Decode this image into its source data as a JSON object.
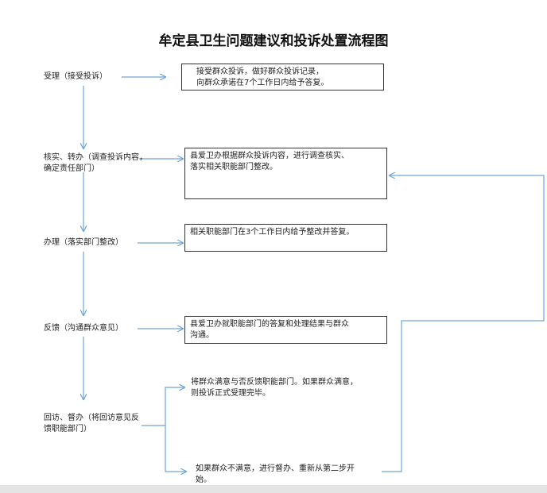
{
  "title": "牟定县卫生问题建议和投诉处置流程图",
  "steps": [
    {
      "line1": "受理（接受投诉）",
      "line2": ""
    },
    {
      "line1": "核实、转办（调查投诉内容，",
      "line2": "确定责任部门）"
    },
    {
      "line1": "办理（落实部门整改）",
      "line2": ""
    },
    {
      "line1": "反馈（沟通群众意见）",
      "line2": ""
    },
    {
      "line1": "回访、督办（将回访意见反",
      "line2": "馈职能部门）"
    }
  ],
  "boxes": [
    {
      "line1": "接受群众投诉，做好群众投诉记录，",
      "line2": "向群众承诺在7个工作日内给予答复。"
    },
    {
      "line1": "县爱卫办根据群众投诉内容，进行调查核实、",
      "line2": "落实相关职能部门整改。"
    },
    {
      "line1": "相关职能部门在3个工作日内给予整改并答复。",
      "line2": ""
    },
    {
      "line1": "县爱卫办就职能部门的答复和处理结果与群众",
      "line2": "沟通。"
    }
  ],
  "outcomes": [
    {
      "line1": "将群众满意与否反馈职能部门。如果群众满意，",
      "line2": "则投诉正式受理完毕。"
    },
    {
      "line1": "如果群众不满意，进行督办、重新从第二步开",
      "line2": "始。"
    }
  ],
  "colors": {
    "arrow": "#6fa3d8",
    "border": "#333333",
    "text": "#222222"
  }
}
